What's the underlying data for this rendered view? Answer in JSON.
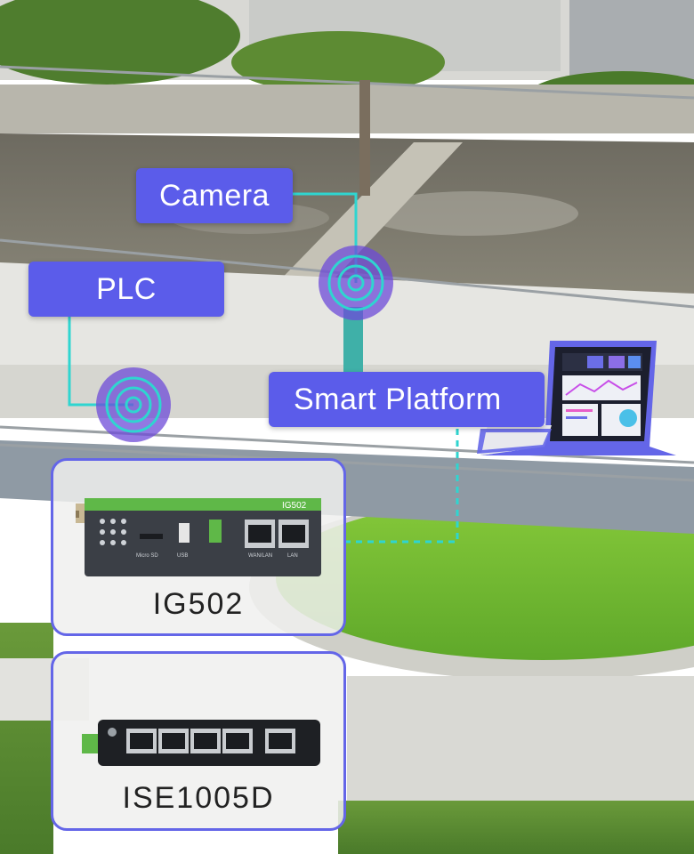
{
  "labels": {
    "camera": "Camera",
    "plc": "PLC",
    "smart_platform": "Smart Platform"
  },
  "devices": {
    "router": {
      "name": "IG502",
      "case_label": "IG502",
      "port_labels": [
        "Micro SD",
        "USB",
        "WAN/LAN",
        "LAN"
      ]
    },
    "switch": {
      "name": "ISE1005D"
    }
  },
  "colors": {
    "label_bg": "#5B5CEA",
    "card_border": "#6466E8",
    "signal_ring": "#6E4BD8",
    "connector_line": "#2FD5D0",
    "router_accent": "#5FB848"
  },
  "icons": [
    "wireless-signal-icon",
    "laptop-dashboard-icon"
  ]
}
